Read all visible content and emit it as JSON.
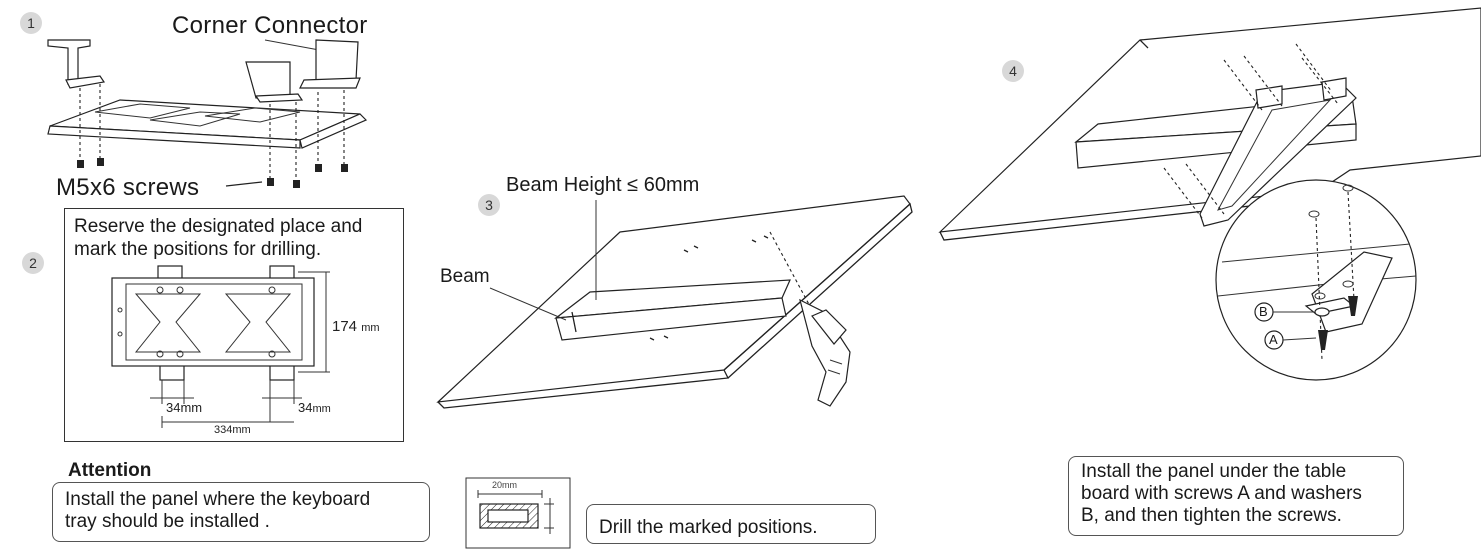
{
  "steps": {
    "s1": "1",
    "s2": "2",
    "s3": "3",
    "s4": "4"
  },
  "step1": {
    "corner_connector": "Corner Connector",
    "screws": "M5x6 screws"
  },
  "step2": {
    "instruction_line1": "Reserve the designated place and",
    "instruction_line2": "mark the positions for drilling.",
    "dim_height_value": "174",
    "dim_height_unit": "mm",
    "dim_left_offset": "34mm",
    "dim_right_offset_value": "34",
    "dim_right_offset_unit": "mm",
    "dim_width": "334mm"
  },
  "attention": {
    "heading": "Attention",
    "line1": "Install the panel where the keyboard",
    "line2": "tray should be installed ."
  },
  "step3": {
    "beam_height": "Beam Height ≤ 60mm",
    "beam": "Beam",
    "inset_dim": "20mm",
    "drill_note": "Drill the marked positions."
  },
  "step4": {
    "label_a": "A",
    "label_b": "B",
    "note_line1": "Install the panel under the table",
    "note_line2": "board with screws A and washers",
    "note_line3": "B, and then tighten the screws."
  }
}
